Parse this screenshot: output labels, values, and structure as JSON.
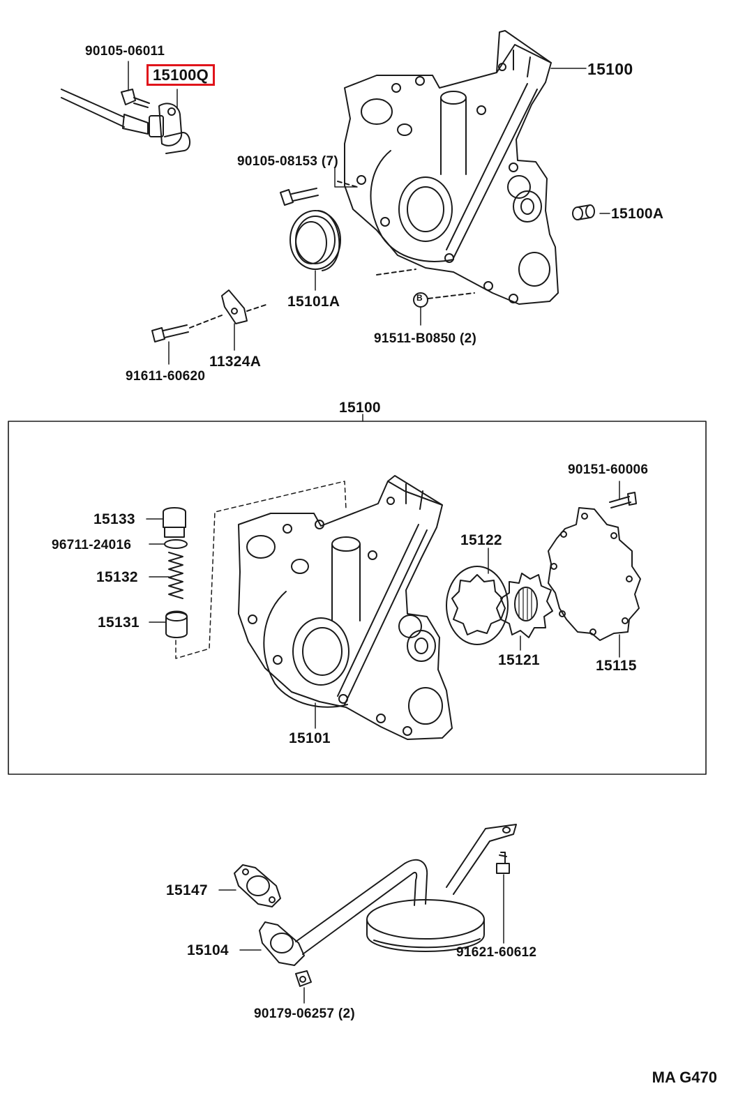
{
  "highlight_color": "#e0141b",
  "labels": {
    "bolt_sensor": "90105-06011",
    "sensor": "15100Q",
    "cover_top": "15100",
    "bolt_cover": "90105-08153",
    "bolt_cover_qty": "(7)",
    "plug_cover": "15100A",
    "seal": "15101A",
    "pin": "91511-B0850",
    "pin_qty": "(2)",
    "bracket": "11324A",
    "bolt_bracket": "91611-60620",
    "assembly": "15100",
    "valve_plug": "15133",
    "gasket": "96711-24016",
    "spring": "15132",
    "valve": "15131",
    "body": "15101",
    "outer_rotor": "15122",
    "inner_rotor": "15121",
    "cover_plate": "15115",
    "screw_plate": "90151-60006",
    "strainer_gasket": "15147",
    "strainer": "15104",
    "bolt_strainer": "91621-60612",
    "nut_strainer": "90179-06257",
    "nut_qty": "(2)",
    "pin_symbol": "B"
  },
  "figure_code": "MA G470"
}
